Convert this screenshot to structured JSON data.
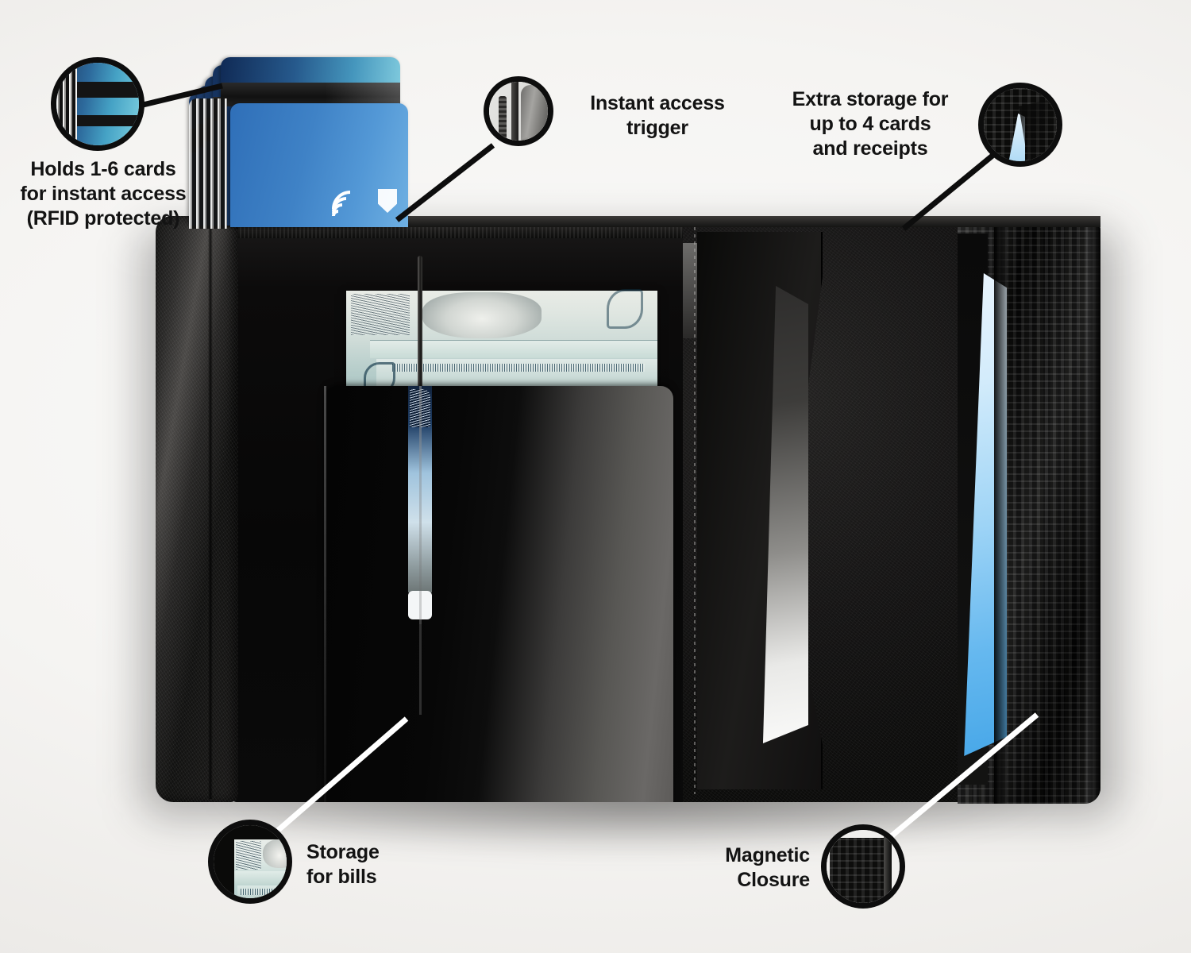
{
  "background_color": "#f4f3f1",
  "text_color": "#131313",
  "product": {
    "name": "trifold-rfid-card-wallet",
    "materials": [
      "black-leather",
      "carbon-fiber",
      "suede-lining"
    ]
  },
  "callouts": [
    {
      "id": "holds-cards",
      "text": "Holds 1-6 cards\nfor instant access\n(RFID protected)",
      "align": "center",
      "leader_color": "#0d0d0d",
      "magnifier": {
        "ring_color": "#0d0d0d",
        "content": "fanned-blue-cards-with-magnetic-stripes"
      }
    },
    {
      "id": "instant-access-trigger",
      "text": "Instant access\ntrigger",
      "align": "center",
      "leader_color": "#0d0d0d",
      "magnifier": {
        "ring_color": "#0d0d0d",
        "content": "silver-slider-trigger-lever"
      }
    },
    {
      "id": "extra-storage",
      "text": "Extra storage for\nup to 4 cards\nand receipts",
      "align": "center",
      "leader_color": "#0d0d0d",
      "magnifier": {
        "ring_color": "#0d0d0d",
        "content": "carbon-fiber-slot-with-blue-card"
      }
    },
    {
      "id": "storage-for-bills",
      "text": "Storage\nfor bills",
      "align": "left",
      "leader_color": "#ffffff",
      "magnifier": {
        "ring_color": "#0d0d0d",
        "content": "folded-dollar-bills-in-pocket"
      }
    },
    {
      "id": "magnetic-closure",
      "text": "Magnetic\nClosure",
      "align": "right",
      "leader_color": "#ffffff",
      "magnifier": {
        "ring_color": "#0d0d0d",
        "content": "carbon-fiber-closure-edge"
      }
    }
  ]
}
